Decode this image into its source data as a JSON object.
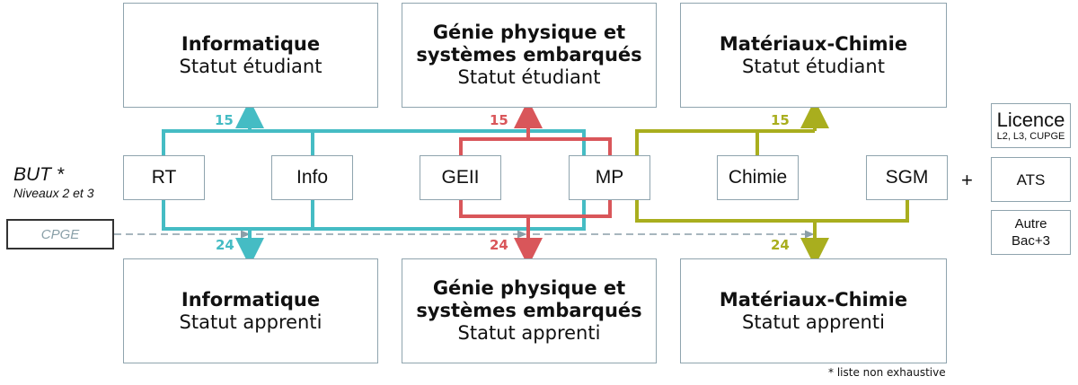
{
  "colors": {
    "teal": "#45bcc4",
    "red": "#d9565a",
    "olive": "#a9ae1e",
    "dashed": "#8a9ea8",
    "box_border": "#8fa4ae"
  },
  "top_boxes": [
    {
      "title": "Informatique",
      "subtitle": "Statut étudiant"
    },
    {
      "title": "Génie physique et systèmes embarqués",
      "subtitle": "Statut étudiant"
    },
    {
      "title": "Matériaux-Chimie",
      "subtitle": "Statut étudiant"
    }
  ],
  "bottom_boxes": [
    {
      "title": "Informatique",
      "subtitle": "Statut apprenti"
    },
    {
      "title": "Génie physique et systèmes embarqués",
      "subtitle": "Statut apprenti"
    },
    {
      "title": "Matériaux-Chimie",
      "subtitle": "Statut apprenti"
    }
  ],
  "but_label": {
    "title": "BUT *",
    "subtitle": "Niveaux 2 et 3"
  },
  "but_programs": [
    "RT",
    "Info",
    "GEII",
    "MP",
    "Chimie",
    "SGM"
  ],
  "cpge_label": "CPGE",
  "flows": [
    {
      "track": "Informatique",
      "color": "teal",
      "student_count": "15",
      "apprentice_count": "24"
    },
    {
      "track": "Génie physique et systèmes embarqués",
      "color": "red",
      "student_count": "15",
      "apprentice_count": "24"
    },
    {
      "track": "Matériaux-Chimie",
      "color": "olive",
      "student_count": "15",
      "apprentice_count": "24"
    }
  ],
  "plus_sign": "+",
  "other_sources": [
    {
      "main": "Licence",
      "note": "L2, L3, CUPGE"
    },
    {
      "main": "ATS"
    },
    {
      "line1": "Autre",
      "line2": "Bac+3"
    }
  ],
  "footnote": "* liste non exhaustive"
}
